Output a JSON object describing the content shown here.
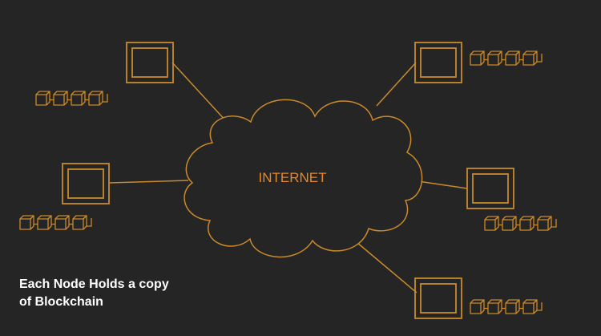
{
  "cloud": {
    "label": "INTERNET"
  },
  "caption": {
    "line1": "Each Node Holds a copy",
    "line2": "of Blockchain"
  },
  "nodes": [
    "top-left",
    "top-right",
    "middle-left",
    "middle-right",
    "bottom-right"
  ],
  "blocks_per_chain": 4,
  "colors": {
    "background": "#252525",
    "accent": "#c98a2b",
    "label": "#e8862a",
    "caption": "#ffffff"
  }
}
